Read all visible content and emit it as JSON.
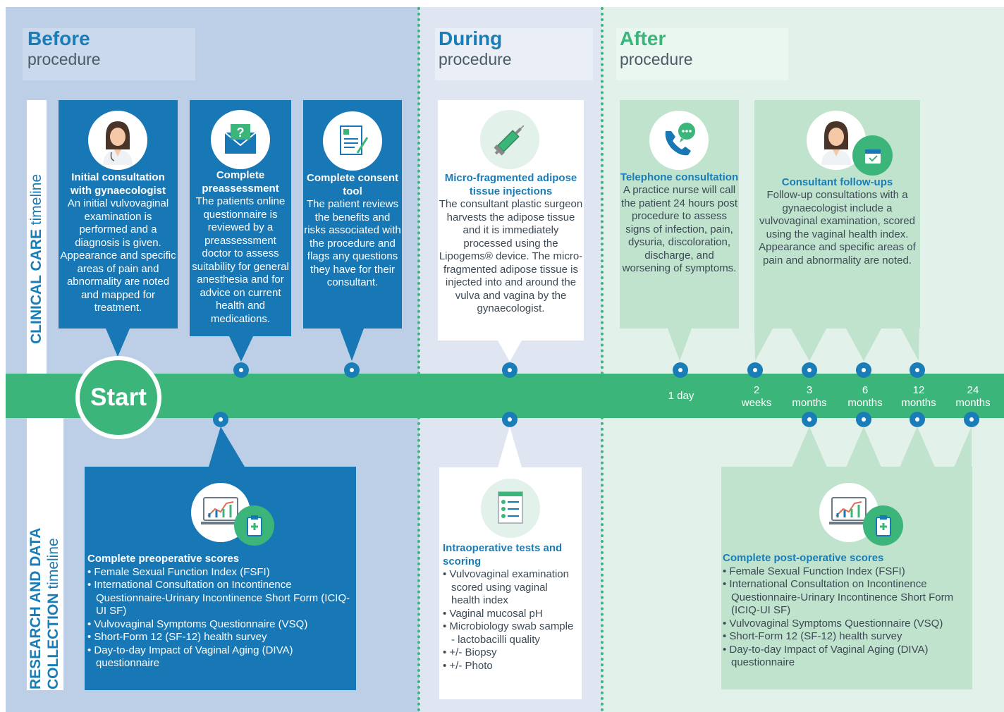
{
  "phases": [
    {
      "title": "Before",
      "subtitle": "procedure"
    },
    {
      "title": "During",
      "subtitle": "procedure"
    },
    {
      "title": "After",
      "subtitle": "procedure"
    }
  ],
  "side_labels": {
    "clinical_bold": "CLINICAL CARE",
    "clinical_rest": " timeline",
    "research_bold1": "RESEARCH AND DATA",
    "research_bold2": "COLLECTION",
    "research_rest": " timeline"
  },
  "start_label": "Start",
  "clinical_cards": [
    {
      "title": "Initial consultation with gynaecologist",
      "text": "An initial vulvovaginal examination is performed and a diagnosis is given. Appearance and specific areas of pain and abnormality are noted and mapped for treatment.",
      "icon": "doctor-icon"
    },
    {
      "title": "Complete preassessment",
      "text": "The patients online questionnaire is reviewed by a preassessment doctor to assess suitability for general anesthesia and for advice on current health and medications.",
      "icon": "envelope-question-icon"
    },
    {
      "title": "Complete consent tool",
      "text": "The patient reviews the benefits and risks associated with the procedure and flags any questions they have for their consultant.",
      "icon": "consent-form-icon"
    },
    {
      "title": "Micro-fragmented adipose tissue injections",
      "text": "The consultant plastic surgeon harvests the adipose tissue and it is immediately processed using the Lipogems® device. The micro-fragmented adipose tissue is injected into and around the vulva and vagina by the gynaecologist.",
      "icon": "syringe-icon"
    },
    {
      "title": "Telephone consultation",
      "text": "A practice nurse will call the patient 24 hours post procedure to assess signs of infection, pain, dysuria, discoloration, discharge, and worsening of symptoms.",
      "icon": "phone-chat-icon"
    },
    {
      "title": "Consultant follow-ups",
      "text": "Follow-up consultations with a gynaecologist include a vulvovaginal examination, scored using the vaginal health index. Appearance and specific areas of pain and abnormality are noted.",
      "icon": "doctor-calendar-icon"
    }
  ],
  "timepoints": [
    {
      "line1": "1 day",
      "line2": ""
    },
    {
      "line1": "2",
      "line2": "weeks"
    },
    {
      "line1": "3",
      "line2": "months"
    },
    {
      "line1": "6",
      "line2": "months"
    },
    {
      "line1": "12",
      "line2": "months"
    },
    {
      "line1": "24",
      "line2": "months"
    }
  ],
  "research": {
    "pre": {
      "title": "Complete preoperative scores",
      "items": [
        "Female Sexual Function Index (FSFI)",
        "International Consultation on Incontinence Questionnaire-Urinary Incontinence Short Form (ICIQ-UI SF)",
        "Vulvovaginal Symptoms Questionnaire (VSQ)",
        "Short-Form 12 (SF-12) health survey",
        "Day-to-day Impact of Vaginal Aging (DIVA) questionnaire"
      ]
    },
    "intra": {
      "title": "Intraoperative tests and scoring",
      "items": [
        "Vulvovaginal examination scored using vaginal health index",
        "Vaginal mucosal pH",
        "Microbiology swab sample - lactobacilli quality",
        "+/- Biopsy",
        "+/- Photo"
      ]
    },
    "post": {
      "title": "Complete post-operative scores",
      "items": [
        "Female Sexual Function Index (FSFI)",
        "International Consultation on Incontinence Questionnaire-Urinary Incontinence Short Form (ICIQ-UI SF)",
        "Vulvovaginal Symptoms Questionnaire (VSQ)",
        "Short-Form 12 (SF-12) health survey",
        "Day-to-day Impact of Vaginal Aging (DIVA) questionnaire"
      ]
    }
  },
  "colors": {
    "before_bg": "#bccfe6",
    "during_bg": "#dfe6f2",
    "after_bg": "#e2f1ea",
    "blue": "#1877b5",
    "green": "#3cb57a",
    "light_green": "#bfe3cd"
  }
}
